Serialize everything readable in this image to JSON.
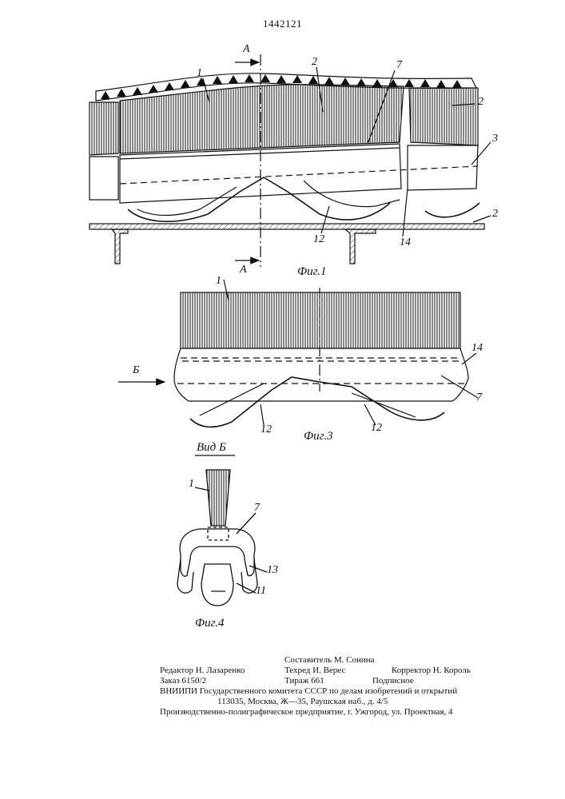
{
  "patent_number": "1442121",
  "figures": {
    "fig1": {
      "caption": "Фиг.1",
      "section_marker": "А",
      "labels": [
        "1",
        "2",
        "7",
        "2",
        "3",
        "2",
        "12",
        "14"
      ]
    },
    "fig3": {
      "caption": "Фиг.3",
      "view_arrow": "Б",
      "labels": [
        "1",
        "14",
        "7",
        "12",
        "12"
      ]
    },
    "fig4": {
      "caption": "Фиг.4",
      "title": "Вид Б",
      "labels": [
        "1",
        "7",
        "13",
        "11"
      ]
    }
  },
  "colophon": {
    "compiler": "Составитель М. Сонина",
    "editor": "Редактор Н. Лазаренко",
    "techred": "Техред И. Верес",
    "corrector": "Корректор Н. Король",
    "order": "Заказ 6150/2",
    "circulation": "Тираж 661",
    "subscription": "Подписное",
    "institute": "ВНИИПИ Государственного комитета СССР по делам изобретений и открытий",
    "address": "113035, Москва, Ж—35, Раушская наб., д. 4/5",
    "printer": "Производственно-полиграфическое предприятие, г. Ужгород, ул. Проектная, 4"
  }
}
